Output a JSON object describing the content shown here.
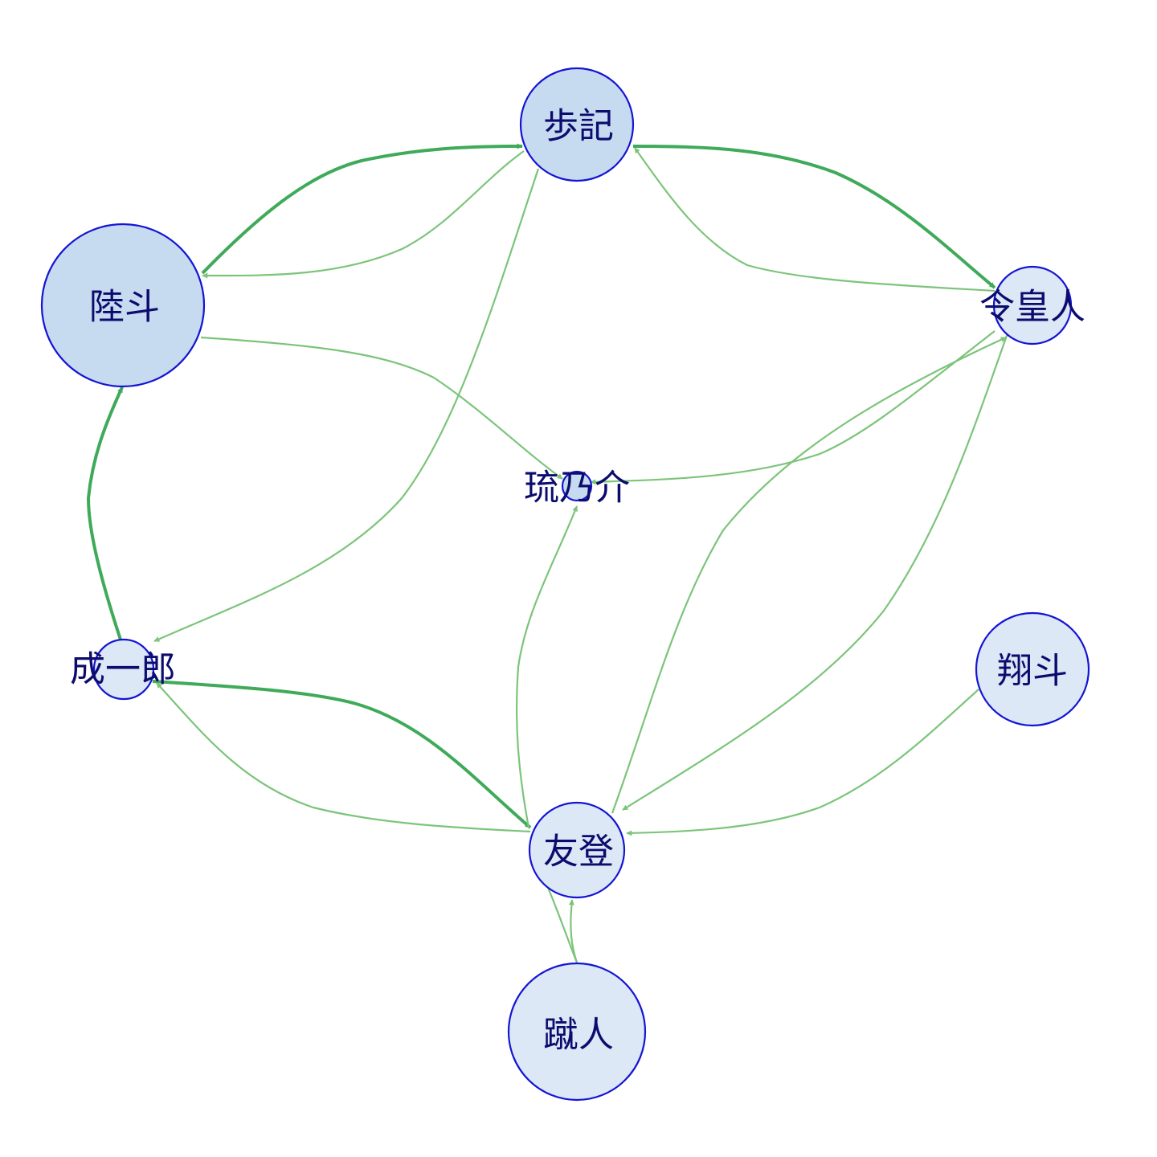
{
  "nodes": [
    {
      "id": "ayumi",
      "label": "歩記",
      "fill": "#c6daf0"
    },
    {
      "id": "riku",
      "label": "陸斗",
      "fill": "#c6daf0"
    },
    {
      "id": "reo",
      "label": "令皇人",
      "fill": "#dce8f5"
    },
    {
      "id": "runosuke",
      "label": "琉乃介",
      "fill": "#c6daf0"
    },
    {
      "id": "seiichiro",
      "label": "成一郎",
      "fill": "#dce8f5"
    },
    {
      "id": "shoto",
      "label": "翔斗",
      "fill": "#dce8f5"
    },
    {
      "id": "yuto",
      "label": "友登",
      "fill": "#dce8f5"
    },
    {
      "id": "shuto",
      "label": "蹴人",
      "fill": "#dce8f5"
    }
  ],
  "edges": [
    {
      "from": "riku",
      "to": "ayumi",
      "weight": "strong"
    },
    {
      "from": "ayumi",
      "to": "riku",
      "weight": "weak"
    },
    {
      "from": "ayumi",
      "to": "reo",
      "weight": "strong"
    },
    {
      "from": "reo",
      "to": "ayumi",
      "weight": "weak"
    },
    {
      "from": "ayumi",
      "to": "seiichiro",
      "weight": "weak"
    },
    {
      "from": "riku",
      "to": "runosuke",
      "weight": "weak"
    },
    {
      "from": "reo",
      "to": "runosuke",
      "weight": "weak"
    },
    {
      "from": "reo",
      "to": "yuto",
      "weight": "weak"
    },
    {
      "from": "yuto",
      "to": "reo",
      "weight": "weak"
    },
    {
      "from": "seiichiro",
      "to": "riku",
      "weight": "strong"
    },
    {
      "from": "seiichiro",
      "to": "yuto",
      "weight": "strong"
    },
    {
      "from": "yuto",
      "to": "seiichiro",
      "weight": "weak"
    },
    {
      "from": "yuto",
      "to": "runosuke",
      "weight": "weak"
    },
    {
      "from": "shoto",
      "to": "yuto",
      "weight": "weak"
    },
    {
      "from": "shuto",
      "to": "yuto",
      "weight": "weak"
    }
  ],
  "colors": {
    "edge_weak": "#7cc47a",
    "edge_strong": "#3faa5a",
    "node_stroke": "#1414d4",
    "label": "#0c0c6e"
  }
}
